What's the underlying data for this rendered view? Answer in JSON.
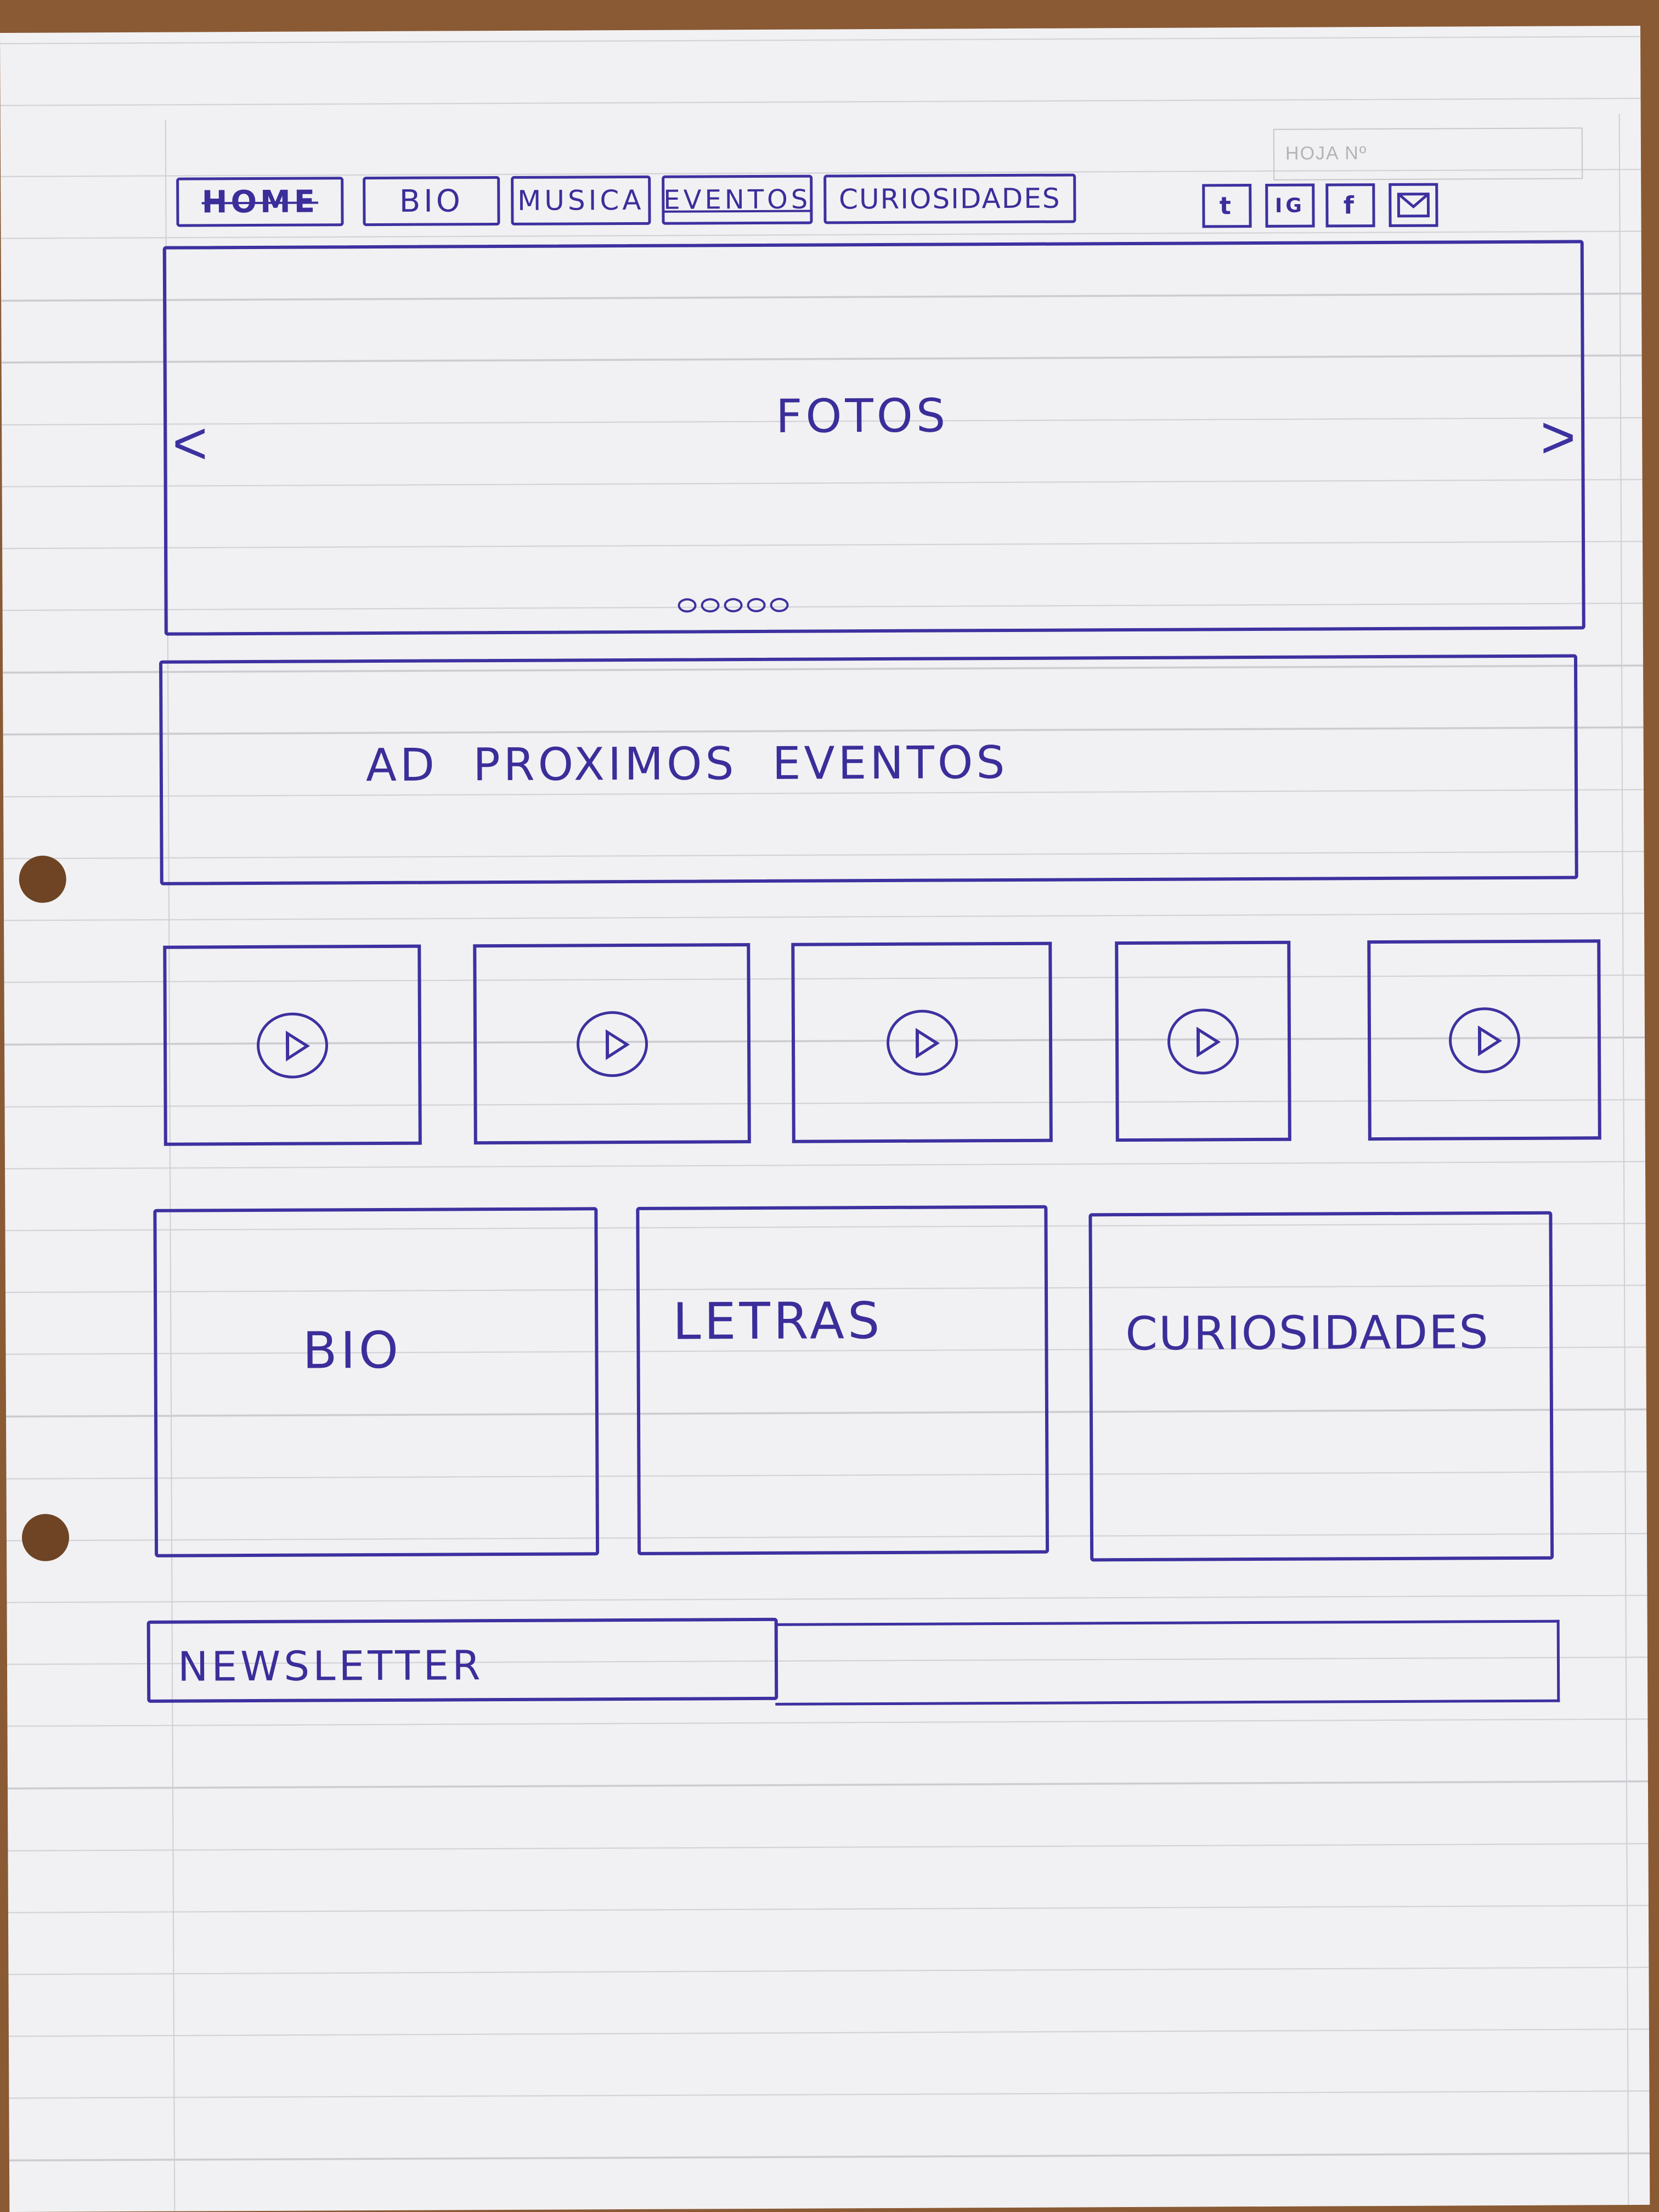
{
  "sheet": {
    "label": "HOJA Nº"
  },
  "nav": {
    "items": [
      {
        "label": "HOME",
        "active": true
      },
      {
        "label": "BIO"
      },
      {
        "label": "MUSICA"
      },
      {
        "label": "EVENTOS"
      },
      {
        "label": "CURIOSIDADES"
      }
    ]
  },
  "social": [
    {
      "label": "t",
      "icon": "tumblr-icon"
    },
    {
      "label": "IG",
      "icon": "instagram-icon"
    },
    {
      "label": "f",
      "icon": "facebook-icon"
    },
    {
      "label": "",
      "icon": "mail-icon"
    }
  ],
  "carousel": {
    "label": "FOTOS",
    "prev": "<",
    "next": ">",
    "dot_count": 5
  },
  "ad": {
    "label": "AD  PROXIMOS  EVENTOS"
  },
  "videos": {
    "count": 5,
    "icon": "play-icon"
  },
  "cards": [
    {
      "label": "BIO"
    },
    {
      "label": "LETRAS"
    },
    {
      "label": "CURIOSIDADES"
    }
  ],
  "newsletter": {
    "label": "NEWSLETTER"
  },
  "colors": {
    "ink": "#3d31a0",
    "paper": "#f1f1f3",
    "rule": "#c9c9cf",
    "desk": "#8a5a34"
  }
}
